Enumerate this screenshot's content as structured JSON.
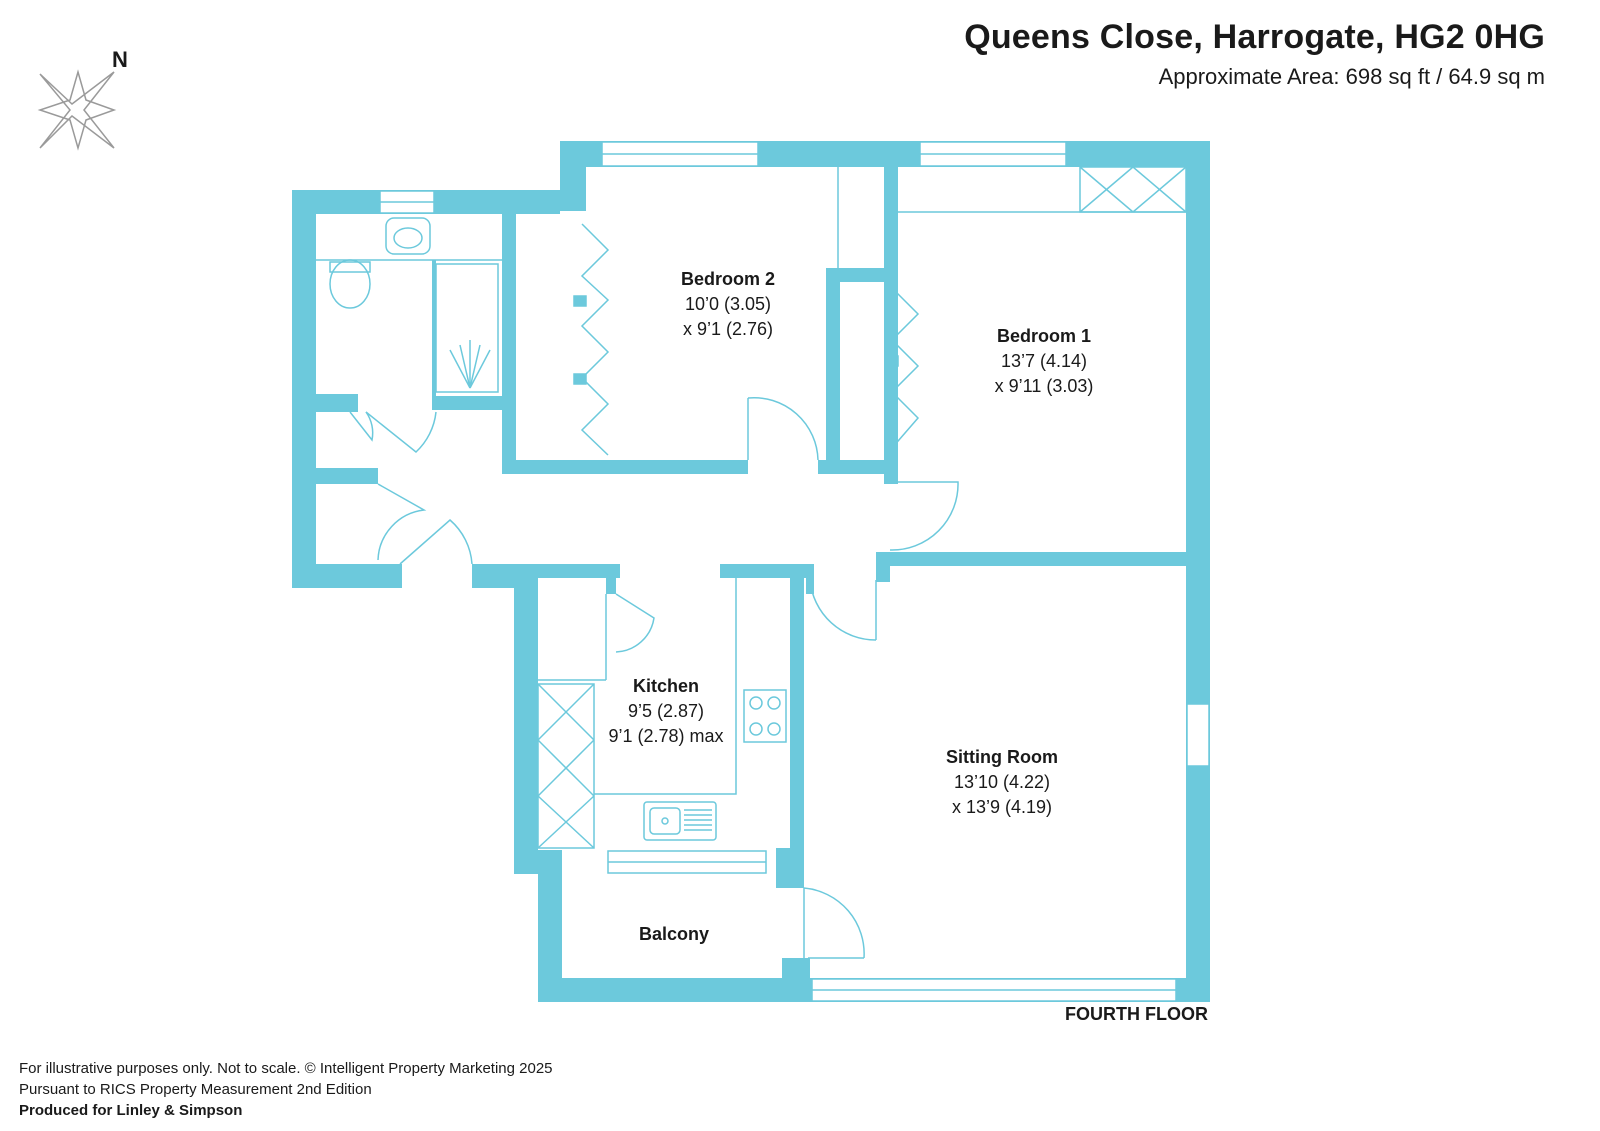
{
  "header": {
    "title": "Queens Close, Harrogate, HG2 0HG",
    "area": "Approximate Area: 698 sq ft / 64.9 sq m"
  },
  "compass": {
    "label": "N"
  },
  "rooms": {
    "bedroom2": {
      "name": "Bedroom 2",
      "dim1": "10’0 (3.05)",
      "dim2": "x 9’1 (2.76)"
    },
    "bedroom1": {
      "name": "Bedroom 1",
      "dim1": "13’7 (4.14)",
      "dim2": "x 9’11 (3.03)"
    },
    "kitchen": {
      "name": "Kitchen",
      "dim1": "9’5 (2.87)",
      "dim2": "9’1 (2.78) max"
    },
    "sitting": {
      "name": "Sitting Room",
      "dim1": "13’10 (4.22)",
      "dim2": "x 13’9 (4.19)"
    },
    "balcony": {
      "name": "Balcony"
    }
  },
  "floor": "FOURTH FLOOR",
  "footer": {
    "line1": "For illustrative purposes only. Not to scale. © Intelligent Property Marketing 2025",
    "line2": "Pursuant to RICS Property Measurement 2nd Edition",
    "line3": "Produced for Linley & Simpson"
  },
  "colors": {
    "wall": "#6cc9dc",
    "line": "#6cc9dc",
    "text": "#1a1a1a"
  }
}
